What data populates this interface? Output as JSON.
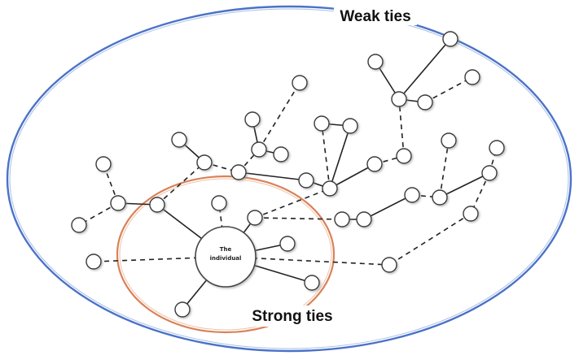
{
  "labels": {
    "weak_ties": "Weak ties",
    "strong_ties": "Strong ties",
    "center_line1": "The",
    "center_line2": "individual"
  },
  "colors": {
    "weak_ellipse": "#4a72c8",
    "strong_ellipse": "#d9825a",
    "node_stroke": "#3a3a3a",
    "edge": "#222222"
  }
}
